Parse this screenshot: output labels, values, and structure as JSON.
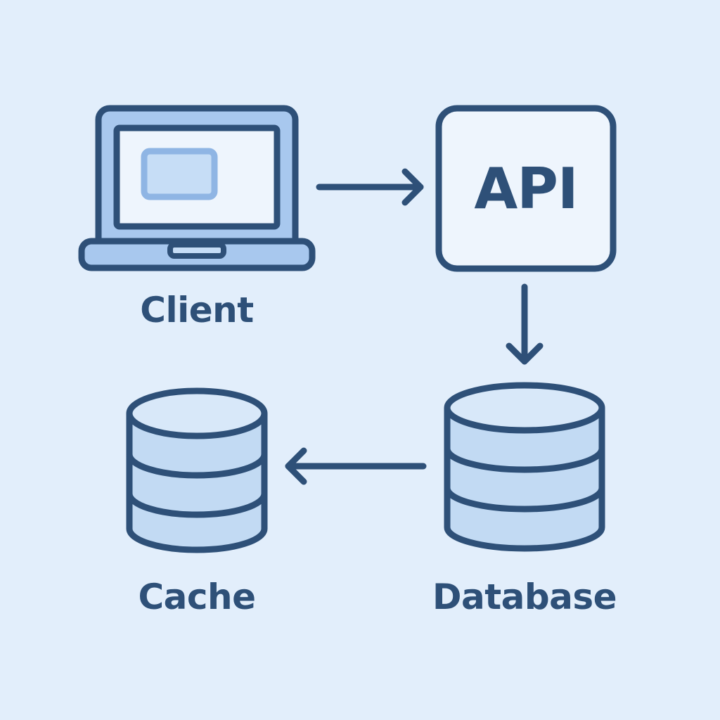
{
  "diagram": {
    "title": "Client-API-Database-Cache flow",
    "colors": {
      "background": "#e2eefb",
      "stroke": "#2e5078",
      "fill_light": "#eef5fd",
      "fill_mid": "#c2daf3",
      "fill_accent": "#8fb5e4"
    },
    "nodes": [
      {
        "id": "client",
        "label": "Client",
        "icon": "laptop-icon"
      },
      {
        "id": "api",
        "label": "API",
        "icon_text": "API",
        "icon": "api-box-icon"
      },
      {
        "id": "database",
        "label": "Database",
        "icon": "database-icon"
      },
      {
        "id": "cache",
        "label": "Cache",
        "icon": "cache-database-icon"
      }
    ],
    "edges": [
      {
        "from": "client",
        "to": "api",
        "direction": "right"
      },
      {
        "from": "api",
        "to": "database",
        "direction": "down"
      },
      {
        "from": "database",
        "to": "cache",
        "direction": "left"
      }
    ]
  }
}
